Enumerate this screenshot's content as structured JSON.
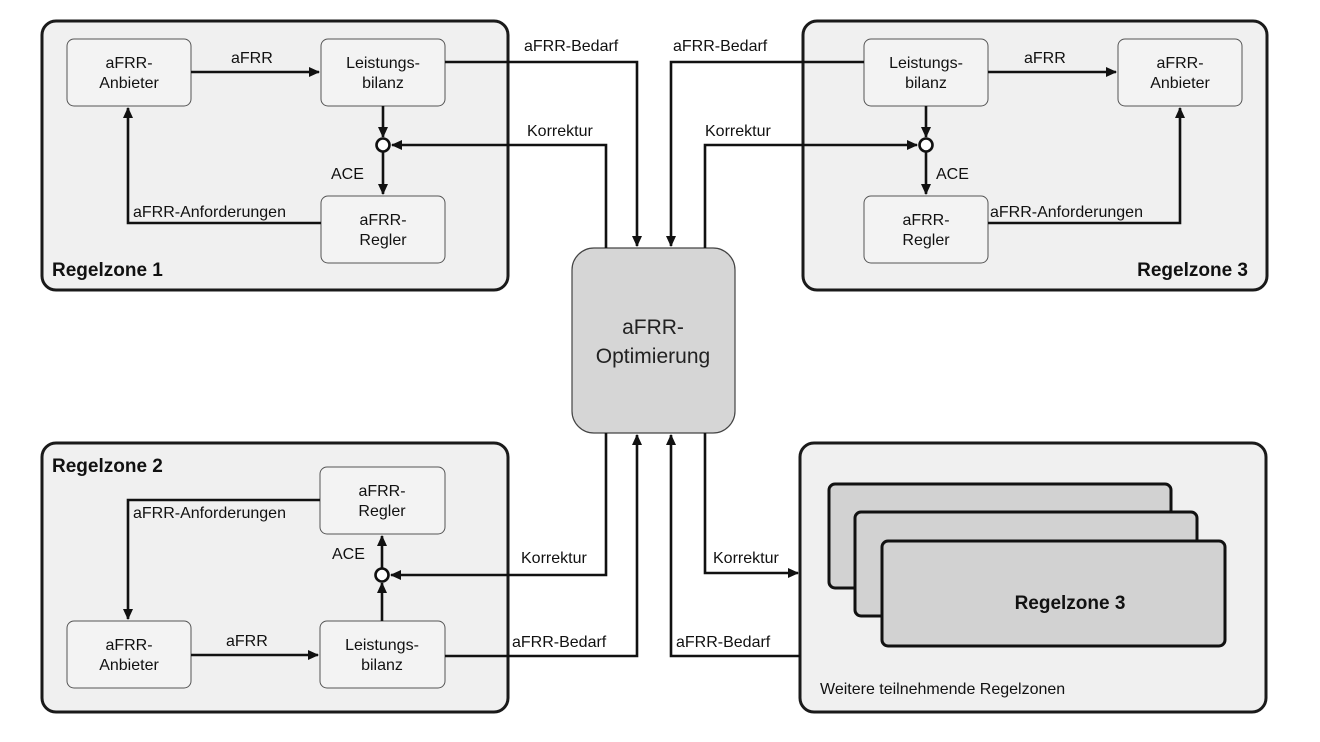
{
  "zones": {
    "z1": {
      "title": "Regelzone 1"
    },
    "z2": {
      "title": "Regelzone 2"
    },
    "z3": {
      "title": "Regelzone 3"
    },
    "other": {
      "stack_title": "Regelzone 3",
      "caption": "Weitere teilnehmende Regelzonen"
    }
  },
  "nodes": {
    "anbieter": [
      "aFRR-",
      "Anbieter"
    ],
    "bilanz": [
      "Leistungs-",
      "bilanz"
    ],
    "regler": [
      "aFRR-",
      "Regler"
    ],
    "optimierung": [
      "aFRR-",
      "Optimierung"
    ]
  },
  "labels": {
    "afrr": "aFRR",
    "ace": "ACE",
    "anforderungen": "aFRR-Anforderungen",
    "bedarf": "aFRR-Bedarf",
    "korrektur": "Korrektur"
  },
  "colors": {
    "zone_fill": "#f0f0f0",
    "node_fill": "#f3f3f3",
    "optimizer_fill": "#d6d6d6",
    "stack_fill": "#d2d2d2",
    "line": "#111111"
  }
}
